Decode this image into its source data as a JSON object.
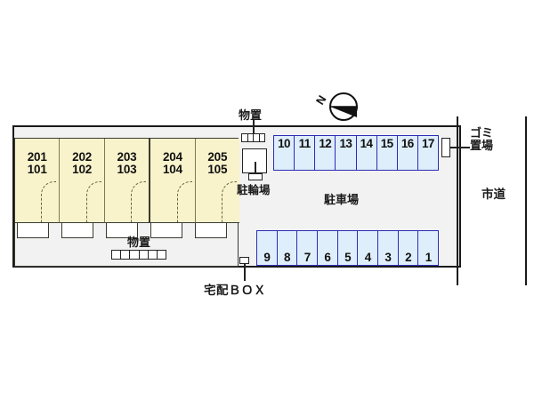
{
  "map": {
    "type": "apartment-site-plan",
    "colors": {
      "unit_fill": "#f9f3cc",
      "stall_fill": "#deeefb",
      "stall_border": "#2d2db5",
      "site_fill": "#f2f2f2",
      "line": "#1a1a1a"
    },
    "building": {
      "units": [
        {
          "upper": "201",
          "lower": "101"
        },
        {
          "upper": "202",
          "lower": "102"
        },
        {
          "upper": "203",
          "lower": "103"
        },
        {
          "upper": "204",
          "lower": "104"
        },
        {
          "upper": "205",
          "lower": "105"
        }
      ],
      "storage_label": "物置",
      "storage_cells": 6
    },
    "storage_top": {
      "label": "物置",
      "cells": 4
    },
    "bicycle_parking": {
      "label": "駐輪場"
    },
    "parking": {
      "label": "駐車場",
      "top_row": [
        "10",
        "11",
        "12",
        "13",
        "14",
        "15",
        "16",
        "17"
      ],
      "bottom_row": [
        "9",
        "8",
        "7",
        "6",
        "5",
        "4",
        "3",
        "2",
        "1"
      ]
    },
    "garbage": {
      "label_line1": "ゴミ",
      "label_line2": "置場"
    },
    "delivery_box": {
      "label": "宅配ＢＯＸ"
    },
    "road": {
      "label": "市道"
    },
    "compass": {
      "north_label": "N"
    }
  }
}
